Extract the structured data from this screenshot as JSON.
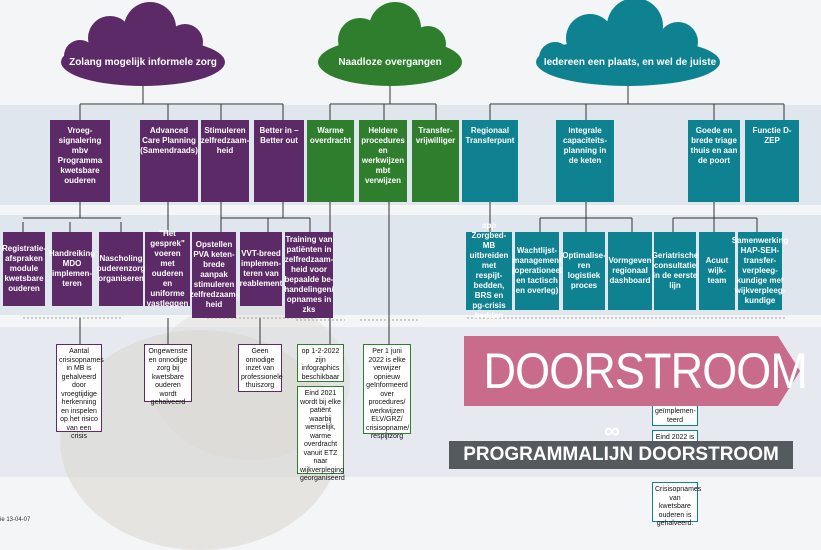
{
  "clouds": [
    {
      "label": "Zolang mogelijk informele zorg",
      "color": "#5c2a66"
    },
    {
      "label": "Naadloze overgangen",
      "color": "#2f7e2e"
    },
    {
      "label": "Iedereen een plaats, en wel de juiste",
      "color": "#0f8292"
    }
  ],
  "level2": [
    "Vroeg-signalering mbv Programma kwetsbare ouderen",
    "Advanced Care Planning (Samendraads)",
    "Stimuleren zelfredzaam-heid",
    "Better in – Better out",
    "Warme overdracht",
    "Heldere procedures en werkwijzen mbt verwijzen",
    "Transfer-vrijwilliger",
    "Regionaal Transferpunt",
    "Integrale capaciteits-planning in de keten",
    "Goede en brede triage thuis en aan de poort",
    "Functie D-ZEP"
  ],
  "level3": [
    "Registratie-afspraken module kwetsbare ouderen",
    "Handreiking MDO implemen-teren",
    "Nascholing ouderenzorg organiseren",
    "\"Het gesprek\" voeren met ouderen en uniforme vastleggen",
    "Opstellen PVA keten-brede aanpak stimuleren zelfredzaam-heid",
    "VVT-breed implemen-teren van reablement",
    "Training van patiënten in zelfredzaam-heid voor bepaalde be-handelingen/ opnames in zks",
    "app Zorgbed-MB uitbreiden met respijt-bedden, BRS en pg-crisis bedden",
    "Wachtlijst-management (operationeel en tactisch en overleg)",
    "Optimalise-ren logistiek proces",
    "Vormgeven regionaal dashboard",
    "Geriatrische consultatie in de eerste lijn",
    "Acuut wijk-team",
    "Samenwerking HAP-SEH-transfer-verpleeg-kundige met wijkverpleeg-kundige"
  ],
  "notes": {
    "n1": "Aantal crisisopnames in MB is gehalveerd door vroegtijdige herkenning en inspelen op het risico van een crisis",
    "n2": "Ongewenste en onnodige zorg bij kwetsbare ouderen wordt gehalveerd",
    "n3": "Geen onnodige inzet van professionele thuiszorg",
    "n4": "op 1-2-2022 zijn infographics beschikbaar",
    "n5": "Eind 2021 wordt bij elke patiënt waarbij wenselijk, warme overdracht vanuit ETZ naar wijkverpleging georganiseerd",
    "n6": "Per 1 juni 2022 is elke verwijzer opnieuw geïnformeerd over procedures/ werkwijzen ELV/GRZ/ crisisopname/ respijtzorg",
    "n7": "geïmplemen-teerd",
    "n8": "Eind 2022 is",
    "n9": "Crisisopnames van kwetsbare ouderen is gehalveerd."
  },
  "banner": {
    "title": "DOORSTROOM",
    "subtitle": "PROGRAMMALIJN DOORSTROOM"
  },
  "date_label": "ie 13-04-07",
  "colors": {
    "purple": "#5c2a66",
    "green": "#2f7e2e",
    "teal": "#0f8292",
    "pink": "#c96b8b",
    "gray": "#555a5e"
  }
}
